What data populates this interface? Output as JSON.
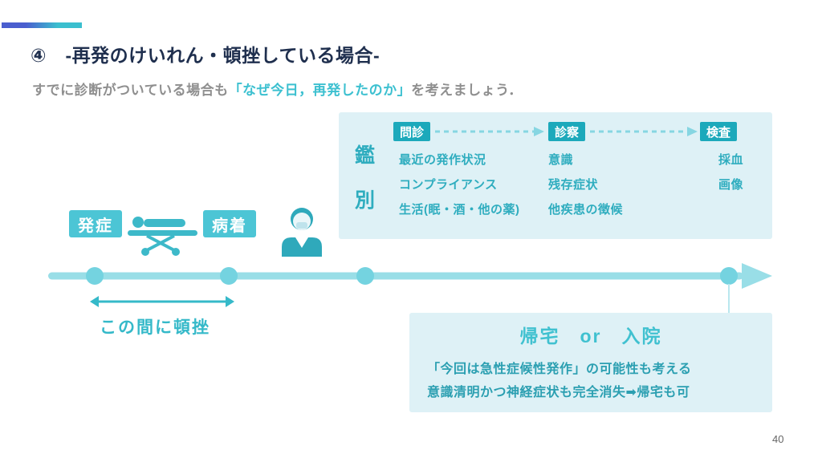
{
  "slide": {
    "title": "④　-再発のけいれん・頓挫している場合-",
    "subtitle": {
      "prefix": "すでに診断がついている場合も",
      "highlight": "「なぜ今日，再発したのか」",
      "suffix": "を考えましょう．"
    },
    "page_number": "40"
  },
  "differential_panel": {
    "side_label": [
      "鑑",
      "別"
    ],
    "columns": [
      {
        "header": "問診",
        "items": [
          "最近の発作状況",
          "コンプライアンス",
          "生活(眠・酒・他の薬)"
        ]
      },
      {
        "header": "診察",
        "items": [
          "意識",
          "残存症状",
          "他疾患の徴候"
        ]
      },
      {
        "header": "検査",
        "items": [
          "採血",
          "画像"
        ]
      }
    ]
  },
  "timeline": {
    "event_labels": [
      "発症",
      "病着"
    ],
    "interval_label": "この間に頓挫",
    "icons": [
      "stretcher-icon",
      "doctor-icon"
    ]
  },
  "outcome_panel": {
    "title": "帰宅　or　入院",
    "lines": [
      "「今回は急性症候性発作」の可能性も考える",
      "意識清明かつ神経症状も完全消失➡帰宅も可"
    ]
  },
  "colors": {
    "accent_blue": "#4a5ecf",
    "accent_teal": "#3bbfcf",
    "panel_bg": "#def1f6",
    "header_box_bg": "#1ca9bb",
    "event_box_bg": "#4cc5d5",
    "timeline_fill": "#99dee7",
    "dot_fill": "#74d3e0",
    "title_color": "#1f2f4e",
    "subtitle_gray": "#8f8f8f",
    "teal_text": "#2fadbf",
    "outcome_text": "#2b9fb1"
  }
}
